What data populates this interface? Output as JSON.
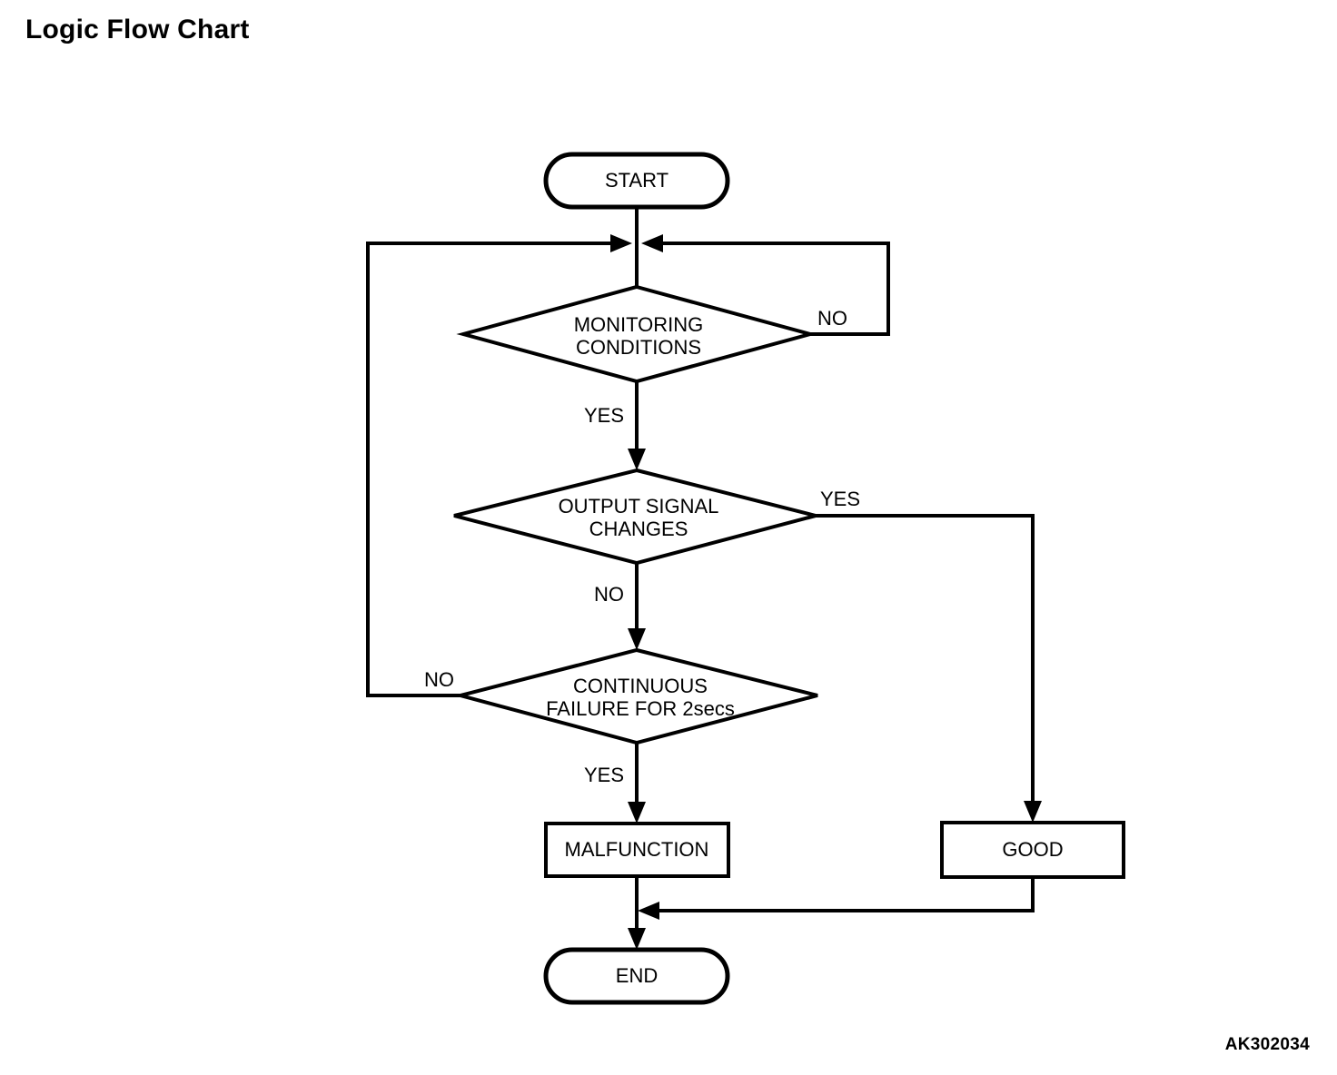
{
  "page": {
    "title": "Logic Flow Chart",
    "figure_code": "AK302034",
    "background_color": "#ffffff",
    "line_color": "#000000"
  },
  "chart_data": {
    "type": "diagram",
    "diagram_type": "flowchart",
    "title": "Logic Flow Chart",
    "orientation": "top-to-bottom",
    "nodes": [
      {
        "id": "start",
        "shape": "terminator",
        "label": "START"
      },
      {
        "id": "monitoring",
        "shape": "decision",
        "label": "MONITORING CONDITIONS",
        "line1": "MONITORING",
        "line2": "CONDITIONS"
      },
      {
        "id": "output",
        "shape": "decision",
        "label": "OUTPUT SIGNAL CHANGES",
        "line1": "OUTPUT SIGNAL",
        "line2": "CHANGES"
      },
      {
        "id": "failure",
        "shape": "decision",
        "label": "CONTINUOUS FAILURE FOR 2secs",
        "line1": "CONTINUOUS",
        "line2": "FAILURE FOR 2secs"
      },
      {
        "id": "malfunction",
        "shape": "process",
        "label": "MALFUNCTION"
      },
      {
        "id": "good",
        "shape": "process",
        "label": "GOOD"
      },
      {
        "id": "end",
        "shape": "terminator",
        "label": "END"
      }
    ],
    "edges": [
      {
        "from": "start",
        "to": "monitoring",
        "label": "",
        "route": "down"
      },
      {
        "from": "monitoring",
        "to": "output",
        "label": "YES",
        "route": "down"
      },
      {
        "from": "monitoring",
        "to": "monitoring",
        "label": "NO",
        "route": "right-up-loopback"
      },
      {
        "from": "output",
        "to": "failure",
        "label": "NO",
        "route": "down"
      },
      {
        "from": "output",
        "to": "good",
        "label": "YES",
        "route": "right-down"
      },
      {
        "from": "failure",
        "to": "malfunction",
        "label": "YES",
        "route": "down"
      },
      {
        "from": "failure",
        "to": "monitoring",
        "label": "NO",
        "route": "left-up-loopback"
      },
      {
        "from": "malfunction",
        "to": "end",
        "label": "",
        "route": "down"
      },
      {
        "from": "good",
        "to": "end",
        "label": "",
        "route": "down-left-join"
      }
    ]
  },
  "labels": {
    "start": "START",
    "monitoring_line1": "MONITORING",
    "monitoring_line2": "CONDITIONS",
    "monitoring_no": "NO",
    "monitoring_yes": "YES",
    "output_line1": "OUTPUT SIGNAL",
    "output_line2": "CHANGES",
    "output_yes": "YES",
    "output_no": "NO",
    "failure_line1": "CONTINUOUS",
    "failure_line2": "FAILURE FOR 2secs",
    "failure_no": "NO",
    "failure_yes": "YES",
    "malfunction": "MALFUNCTION",
    "good": "GOOD",
    "end": "END"
  }
}
